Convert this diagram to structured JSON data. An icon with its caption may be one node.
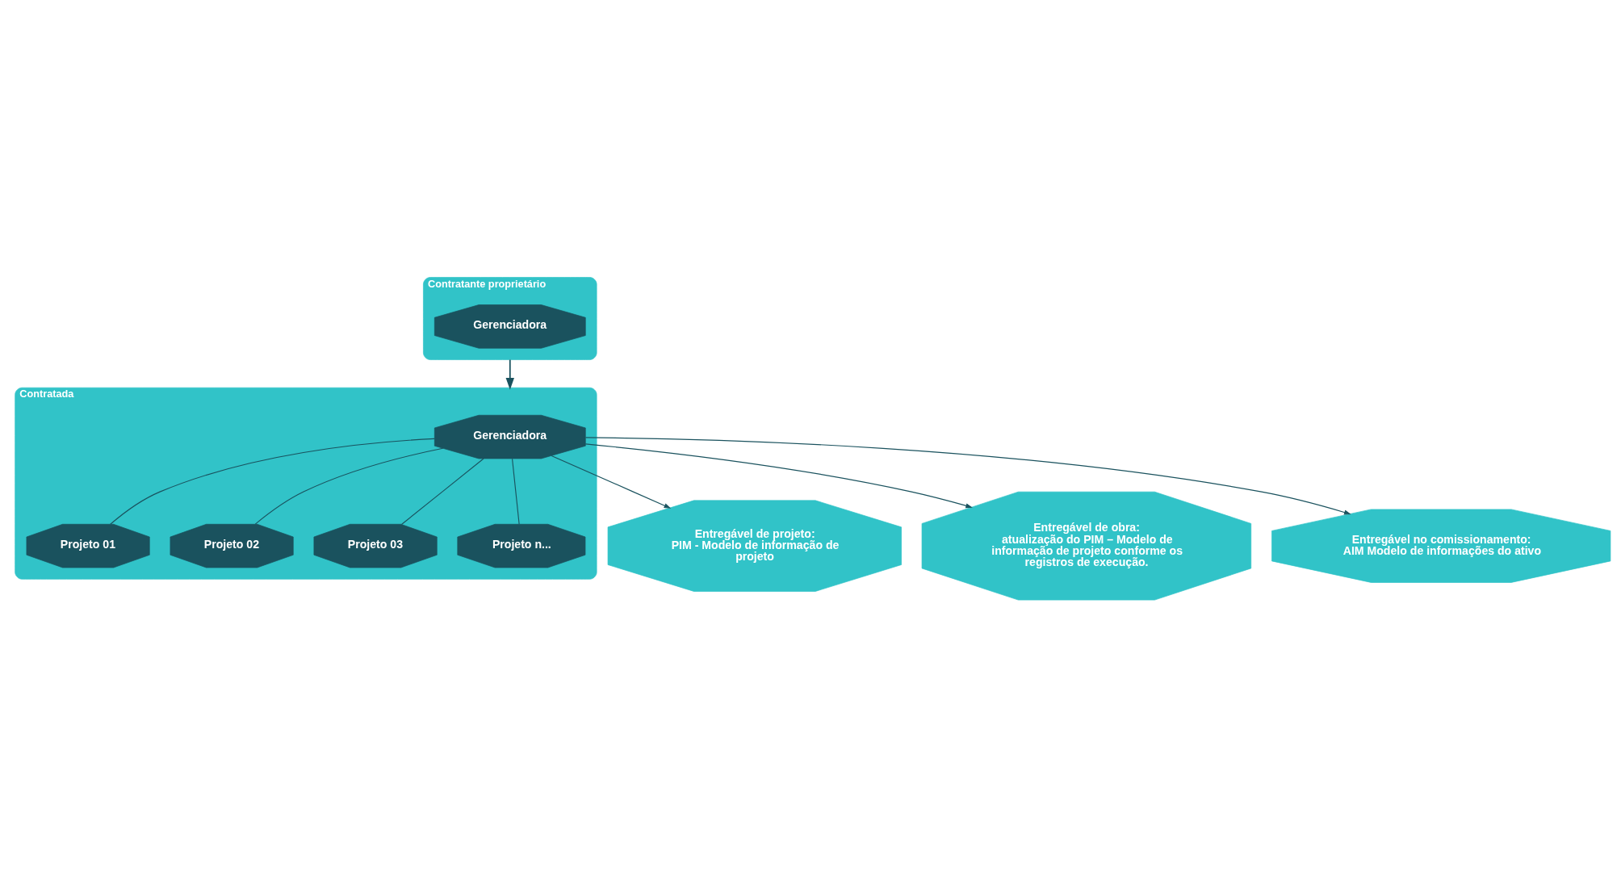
{
  "diagram": {
    "nodes": [
      {
        "text": [
          "Contratante proprietário"
        ]
      },
      {
        "text": [
          "Gerenciadora"
        ],
        "in": 0
      },
      {
        "text": [
          "Contratada"
        ]
      },
      {
        "text": [
          "Gerenciadora"
        ],
        "in": 2
      },
      {
        "text": [
          "Projeto 01"
        ],
        "in": 2
      },
      {
        "text": [
          "Projeto 02"
        ],
        "in": 2
      },
      {
        "text": [
          "Projeto 03"
        ],
        "in": 2
      },
      {
        "text": [
          "Projeto n..."
        ],
        "in": 2
      },
      {
        "text": [
          "Entregável de projeto:",
          "PIM - Modelo de informação de projeto"
        ]
      },
      {
        "text": [
          "Entregável de obra:",
          "atualização do PIM – Modelo de informação de projeto conforme os registros de execução."
        ]
      },
      {
        "text": [
          "Entregável no comissionamento:",
          "AIM Modelo de informações do ativo"
        ]
      }
    ],
    "edges": [
      {
        "from": 0,
        "to": 2,
        "arrow": "to"
      },
      {
        "from": 3,
        "to": 4,
        "arrow": "none"
      },
      {
        "from": 3,
        "to": 5,
        "arrow": "none"
      },
      {
        "from": 3,
        "to": 6,
        "arrow": "none"
      },
      {
        "from": 3,
        "to": 7,
        "arrow": "none"
      },
      {
        "from": 3,
        "to": 8,
        "arrow": "to"
      },
      {
        "from": 3,
        "to": 9,
        "arrow": "to"
      },
      {
        "from": 3,
        "to": 10,
        "arrow": "to"
      }
    ]
  }
}
